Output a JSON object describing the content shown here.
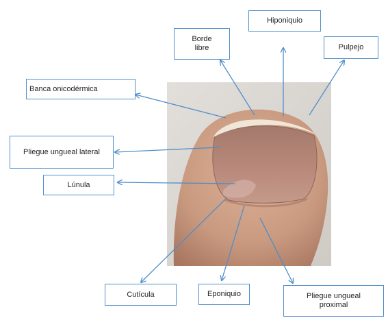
{
  "labels": {
    "borde_libre": "Borde libre",
    "hiponiquio": "Hiponiquio",
    "pulpejo": "Pulpejo",
    "banca_onicodermica": "Banca onicodérmica",
    "pliegue_ungueal_lateral": "Pliegue ungueal lateral",
    "lunula": "Lúnula",
    "cuticula": "Cutícula",
    "eponiquio": "Eponiquio",
    "pliegue_ungueal_proximal": "Pliegue ungueal proximal"
  },
  "colors": {
    "label_border": "#4f8dc9",
    "arrow": "#4f8dc9",
    "photo_background": "#d8d4cf",
    "skin": "#c99a80",
    "nail": "#b58778"
  }
}
